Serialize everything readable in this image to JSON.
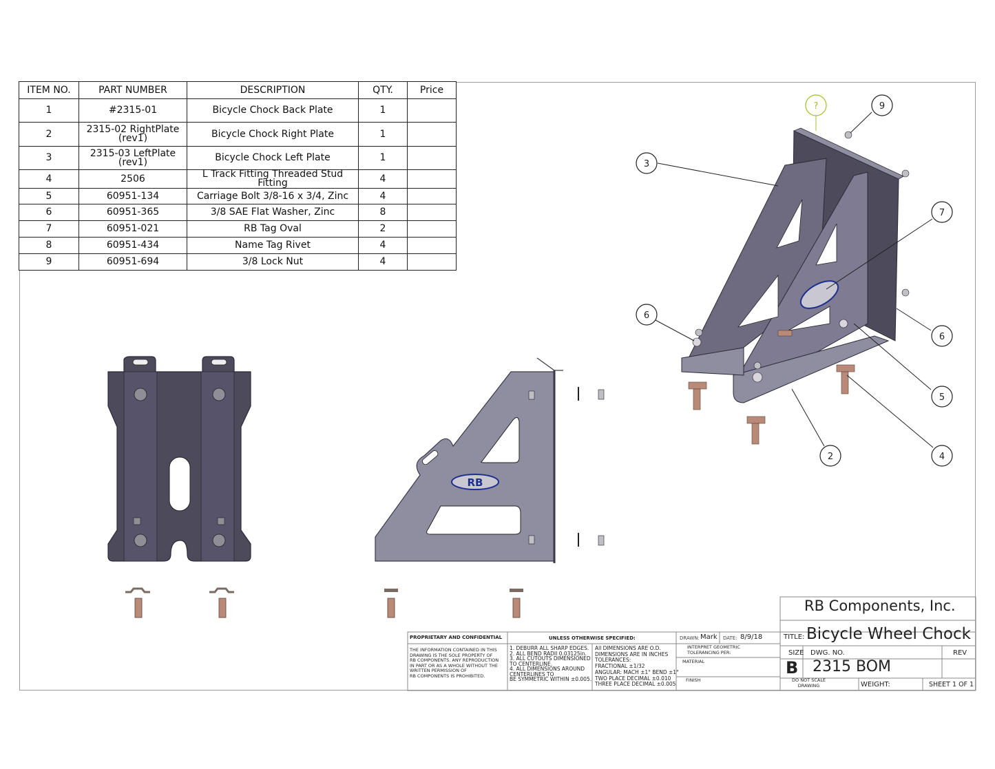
{
  "bom": {
    "headers": [
      "ITEM NO.",
      "PART NUMBER",
      "DESCRIPTION",
      "QTY.",
      "Price"
    ],
    "rows": [
      {
        "item": "1",
        "part": "#2315-01",
        "desc": "Bicycle Chock Back Plate",
        "qty": "1",
        "price": ""
      },
      {
        "item": "2",
        "part": "2315-02 RightPlate\n(rev1)",
        "desc": "Bicycle Chock Right Plate",
        "qty": "1",
        "price": ""
      },
      {
        "item": "3",
        "part": "2315-03 LeftPlate\n(rev1)",
        "desc": "Bicycle Chock Left Plate",
        "qty": "1",
        "price": ""
      },
      {
        "item": "4",
        "part": "2506",
        "desc": "L Track Fitting Threaded Stud Fitting",
        "qty": "4",
        "price": ""
      },
      {
        "item": "5",
        "part": "60951-134",
        "desc": "Carriage Bolt 3/8-16 x 3/4, Zinc",
        "qty": "4",
        "price": ""
      },
      {
        "item": "6",
        "part": "60951-365",
        "desc": "3/8 SAE Flat Washer, Zinc",
        "qty": "8",
        "price": ""
      },
      {
        "item": "7",
        "part": "60951-021",
        "desc": "RB Tag Oval",
        "qty": "2",
        "price": ""
      },
      {
        "item": "8",
        "part": "60951-434",
        "desc": "Name Tag Rivet",
        "qty": "4",
        "price": ""
      },
      {
        "item": "9",
        "part": "60951-694",
        "desc": "3/8 Lock Nut",
        "qty": "4",
        "price": ""
      }
    ]
  },
  "balloons": [
    "?",
    "9",
    "3",
    "7",
    "6",
    "6",
    "5",
    "2",
    "4"
  ],
  "logo_text": "RB",
  "title_block": {
    "company": "RB Components, Inc.",
    "title_label": "TITLE:",
    "title": "Bicycle Wheel Chock",
    "size_label": "SIZE",
    "size": "B",
    "dwg_no_label": "DWG.  NO.",
    "dwg_no": "2315 BOM",
    "rev_label": "REV",
    "weight_label": "WEIGHT:",
    "sheet": "SHEET 1 OF 1",
    "scale_note": "DO NOT SCALE\nDRAWING",
    "proprietary_head": "PROPRIETARY AND CONFIDENTIAL",
    "proprietary_text": "THE INFORMATION CONTAINED IN THIS\nDRAWING IS THE SOLE PROPERTY OF\nRB COMPONENTS.  ANY REPRODUCTION\nIN PART OR AS A WHOLE WITHOUT THE\nWRITTEN PERMISSION OF\nRB COMPONENTS IS PROHIBITED.",
    "unless_head": "UNLESS OTHERWISE SPECIFIED:",
    "notes": "1.  DEBURR ALL SHARP EDGES.\n2.  ALL BEND RADII 0.03125in.\n3.  ALL CUTOUTS DIMENSIONED\n     TO CENTERLINE.\n4.  ALL DIMENSIONS AROUND\n     CENTERLINES TO\n     BE SYMMETRIC WITHIN  ±0.005.",
    "tolerances": "All DIMENSIONS ARE O.D.\nDIMENSIONS ARE IN INCHES\nTOLERANCES:\nFRACTIONAL ±1/32\nANGULAR: MACH ±1°   BEND ±1°\nTWO PLACE DECIMAL    ±0.010\nTHREE PLACE DECIMAL  ±0.005",
    "drawn_label": "DRAWN:",
    "drawn_by": "Mark",
    "date_label": "DATE:",
    "date": "8/9/18",
    "interpret": "INTERPRET GEOMETRIC\nTOLERANCING PER:",
    "material_label": "MATERIAL",
    "finish_label": "FINISH"
  },
  "colors": {
    "plate_dark": "#4d4a5c",
    "plate_mid": "#6e6b80",
    "plate_light": "#8f8da0",
    "bronze": "#b98a78",
    "logo_blue": "#1f2f8c",
    "balloon_green": "#9fbf2a"
  }
}
